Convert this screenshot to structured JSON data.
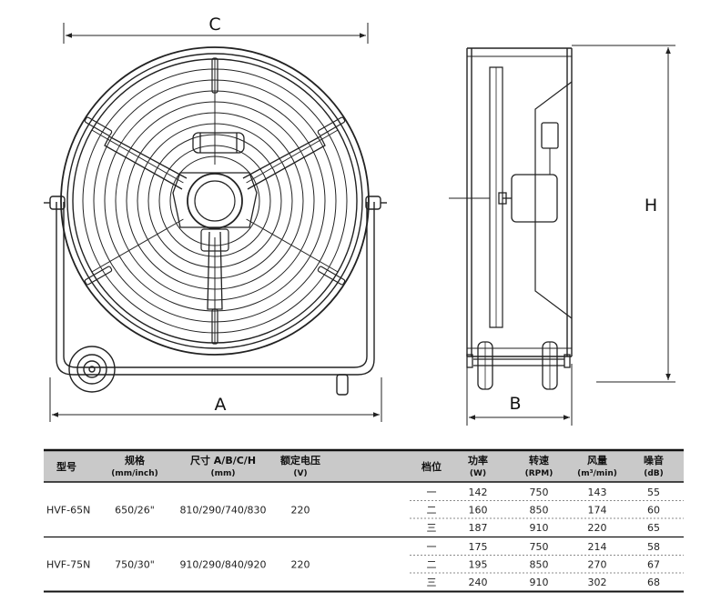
{
  "drawing": {
    "front_view": {
      "dim_top": "C",
      "dim_bottom": "A"
    },
    "side_view": {
      "dim_bottom": "B",
      "dim_right": "H"
    }
  },
  "spec_table": {
    "headers": [
      {
        "main": "型号",
        "sub": ""
      },
      {
        "main": "规格",
        "sub": "(mm/inch)"
      },
      {
        "main": "尺寸 A/B/C/H",
        "sub": "(mm)"
      },
      {
        "main": "额定电压",
        "sub": "(V)"
      },
      {
        "main": "档位",
        "sub": ""
      },
      {
        "main": "功率",
        "sub": "(W)"
      },
      {
        "main": "转速",
        "sub": "(RPM)"
      },
      {
        "main": "风量",
        "sub": "(m³/min)"
      },
      {
        "main": "噪音",
        "sub": "(dB)"
      }
    ],
    "models": [
      {
        "model": "HVF-65N",
        "spec": "650/26\"",
        "size": "810/290/740/830",
        "voltage": "220",
        "gears": [
          {
            "gear": "一",
            "power": "142",
            "rpm": "750",
            "airflow": "143",
            "noise": "55"
          },
          {
            "gear": "二",
            "power": "160",
            "rpm": "850",
            "airflow": "174",
            "noise": "60"
          },
          {
            "gear": "三",
            "power": "187",
            "rpm": "910",
            "airflow": "220",
            "noise": "65"
          }
        ]
      },
      {
        "model": "HVF-75N",
        "spec": "750/30\"",
        "size": "910/290/840/920",
        "voltage": "220",
        "gears": [
          {
            "gear": "一",
            "power": "175",
            "rpm": "750",
            "airflow": "214",
            "noise": "58"
          },
          {
            "gear": "二",
            "power": "195",
            "rpm": "850",
            "airflow": "270",
            "noise": "67"
          },
          {
            "gear": "三",
            "power": "240",
            "rpm": "910",
            "airflow": "302",
            "noise": "68"
          }
        ]
      }
    ]
  }
}
